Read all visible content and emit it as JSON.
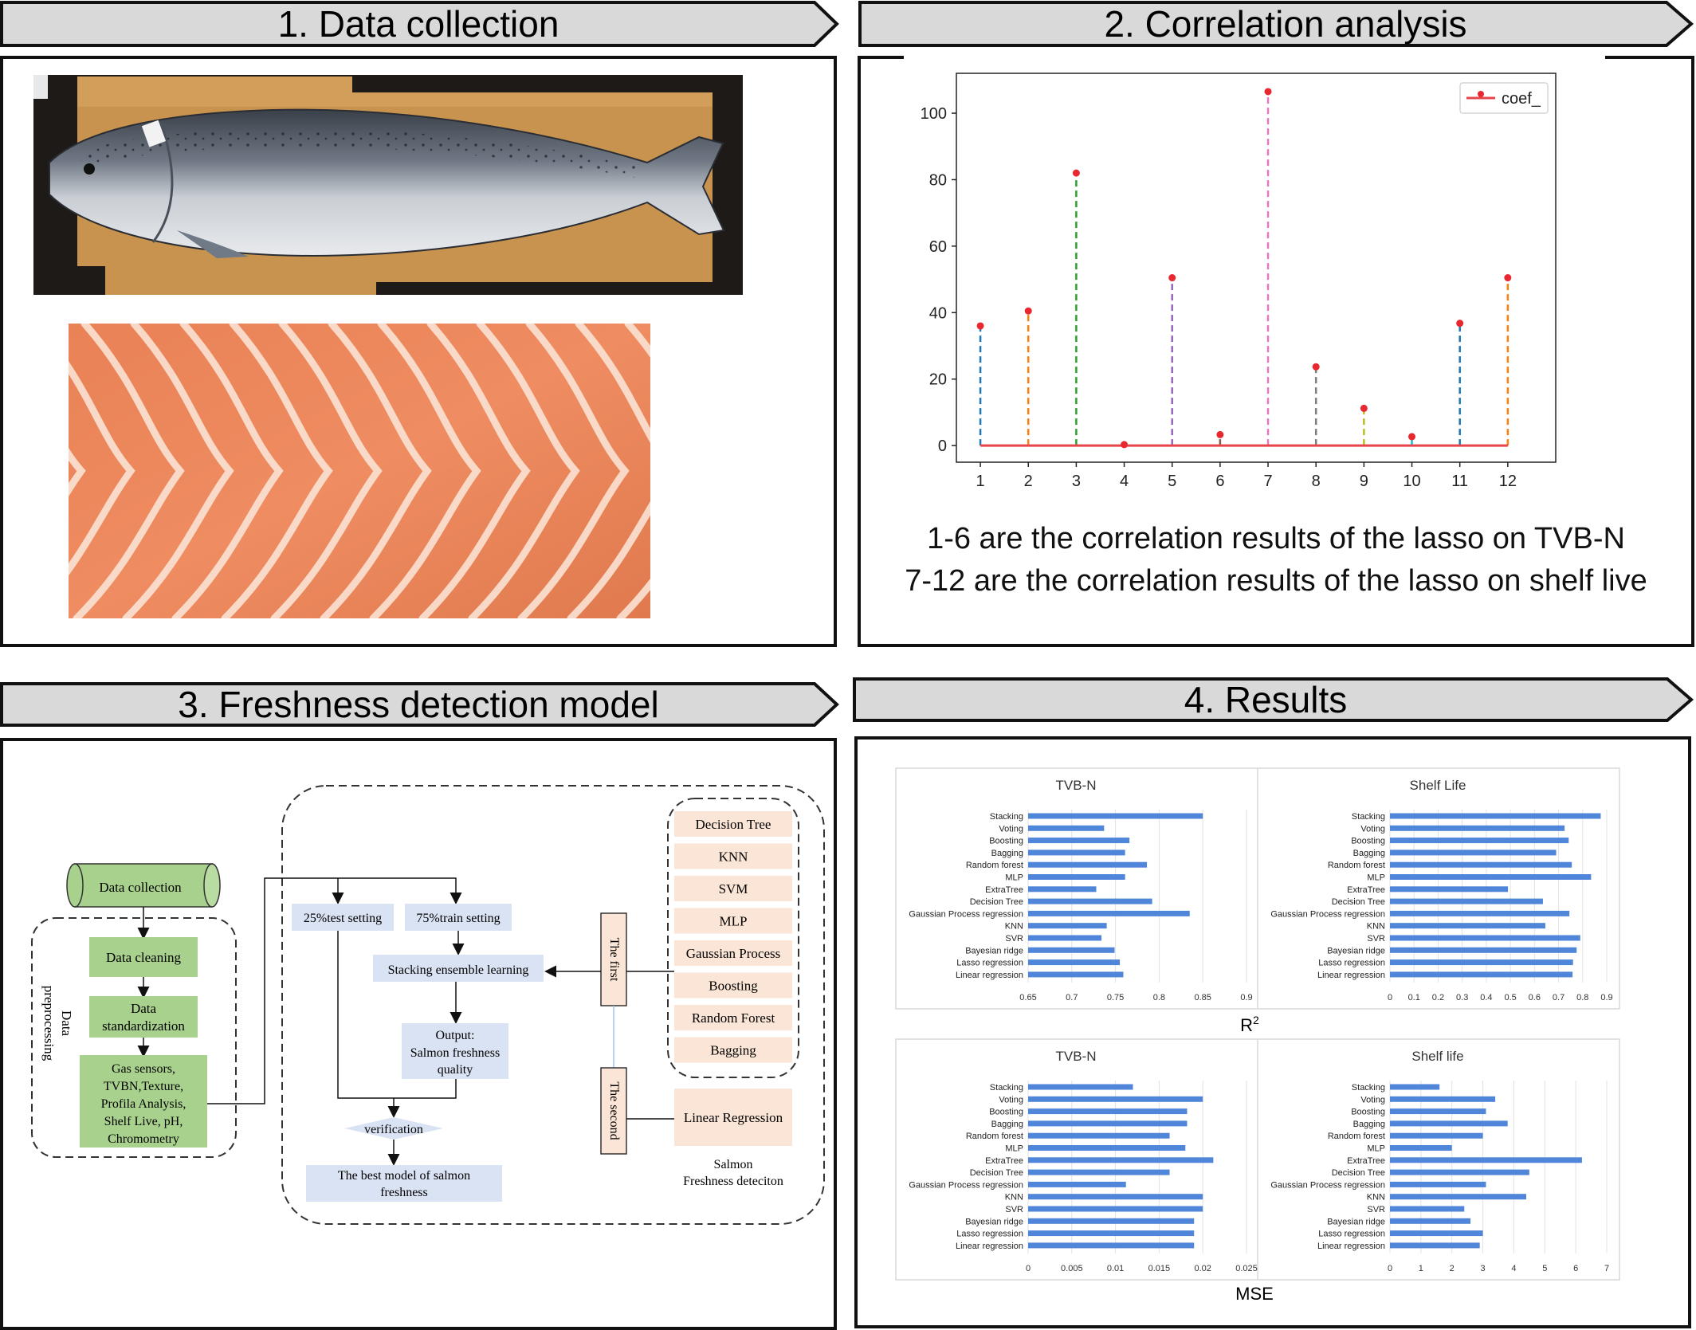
{
  "panels": {
    "p1": {
      "title": "1. Data collection"
    },
    "p2": {
      "title": "2. Correlation analysis"
    },
    "p3": {
      "title": "3. Freshness detection model"
    },
    "p4": {
      "title": "4. Results"
    }
  },
  "correlation": {
    "caption_line1": "1-6 are the correlation results of the lasso on TVB-N",
    "caption_line2": "7-12 are the correlation results of the lasso on shelf live"
  },
  "flow": {
    "data_collection": "Data collection",
    "data_cleaning": "Data cleaning",
    "data_standardization_1": "Data",
    "data_standardization_2": "standardization",
    "measures": [
      "Gas sensors,",
      "TVBN,Texture,",
      "Profila Analysis,",
      "Shelf Live, pH,",
      "Chromometry"
    ],
    "data_preprocessing_1": "Data",
    "data_preprocessing_2": "preprocessing",
    "test_setting": "25%test setting",
    "train_setting": "75%train setting",
    "stacking": "Stacking ensemble learning",
    "output": [
      "Output:",
      "Salmon freshness",
      "quality"
    ],
    "verification": "verification",
    "best_model": [
      "The best model of salmon",
      "freshness"
    ],
    "the_first": "The first",
    "the_second": "The second",
    "base_models": [
      "Decision Tree",
      "KNN",
      "SVM",
      "MLP",
      "Gaussian Process",
      "Boosting",
      "Random Forest",
      "Bagging"
    ],
    "meta_model": "Linear Regression",
    "salmon_detection": [
      "Salmon",
      "Freshness deteciton"
    ]
  },
  "results": {
    "r2_label": "R",
    "r2_sup": "2",
    "mse_label": "MSE"
  },
  "chart_data": [
    {
      "type": "scatter",
      "title": "",
      "x": [
        1,
        2,
        3,
        4,
        5,
        6,
        7,
        8,
        9,
        10,
        11,
        12
      ],
      "y": [
        36,
        40.5,
        82,
        0.3,
        50.5,
        3.3,
        106.5,
        23.7,
        11.2,
        2.7,
        36.8,
        50.5
      ],
      "stem_colors": [
        "#1f77b4",
        "#ff7f0e",
        "#2ca02c",
        "#d62728",
        "#9467bd",
        "#8c564b",
        "#e377c2",
        "#7f7f7f",
        "#bcbd22",
        "#17becf",
        "#1f77b4",
        "#ff7f0e"
      ],
      "legend": "coef_",
      "legend_position": "top-right",
      "xticks": [
        1,
        2,
        3,
        4,
        5,
        6,
        7,
        8,
        9,
        10,
        11,
        12
      ],
      "yticks": [
        0,
        20,
        40,
        60,
        80,
        100
      ],
      "xlim": [
        0.5,
        13
      ],
      "ylim": [
        -5,
        112
      ]
    },
    {
      "type": "bar",
      "title": "TVB-N",
      "orientation": "horizontal",
      "categories": [
        "Stacking",
        "Voting",
        "Boosting",
        "Bagging",
        "Random forest",
        "MLP",
        "ExtraTree",
        "Decision Tree",
        "Gaussian Process regression",
        "KNN",
        "SVR",
        "Bayesian ridge",
        "Lasso regression",
        "Linear regression"
      ],
      "values": [
        0.85,
        0.737,
        0.766,
        0.761,
        0.786,
        0.761,
        0.728,
        0.792,
        0.835,
        0.74,
        0.734,
        0.749,
        0.755,
        0.759
      ],
      "xticks": [
        "0.65",
        "0.7",
        "0.75",
        "0.8",
        "0.85",
        "0.9"
      ],
      "xlim": [
        0.65,
        0.9
      ]
    },
    {
      "type": "bar",
      "title": "Shelf Life",
      "orientation": "horizontal",
      "categories": [
        "Stacking",
        "Voting",
        "Boosting",
        "Bagging",
        "Random forest",
        "MLP",
        "ExtraTree",
        "Decision Tree",
        "Gaussian Process regression",
        "KNN",
        "SVR",
        "Bayesian ridge",
        "Lasso regression",
        "Linear regression"
      ],
      "values": [
        0.875,
        0.725,
        0.742,
        0.69,
        0.755,
        0.835,
        0.49,
        0.635,
        0.745,
        0.645,
        0.79,
        0.775,
        0.76,
        0.758
      ],
      "xticks": [
        "0",
        "0.1",
        "0.2",
        "0.3",
        "0.4",
        "0.5",
        "0.6",
        "0.7",
        "0.8",
        "0.9"
      ],
      "xlim": [
        0,
        0.9
      ]
    },
    {
      "type": "bar",
      "title": "TVB-N",
      "orientation": "horizontal",
      "categories": [
        "Stacking",
        "Voting",
        "Boosting",
        "Bagging",
        "Random forest",
        "MLP",
        "ExtraTree",
        "Decision Tree",
        "Gaussian Process regression",
        "KNN",
        "SVR",
        "Bayesian ridge",
        "Lasso regression",
        "Linear regression"
      ],
      "values": [
        0.012,
        0.02,
        0.0182,
        0.0182,
        0.0162,
        0.018,
        0.0212,
        0.0162,
        0.0112,
        0.02,
        0.02,
        0.019,
        0.019,
        0.019
      ],
      "xticks": [
        "0",
        "0.005",
        "0.01",
        "0.015",
        "0.02",
        "0.025"
      ],
      "xlim": [
        0,
        0.025
      ]
    },
    {
      "type": "bar",
      "title": "Shelf life",
      "orientation": "horizontal",
      "categories": [
        "Stacking",
        "Voting",
        "Boosting",
        "Bagging",
        "Random forest",
        "MLP",
        "ExtraTree",
        "Decision Tree",
        "Gaussian Process regression",
        "KNN",
        "SVR",
        "Bayesian ridge",
        "Lasso regression",
        "Linear regression"
      ],
      "values": [
        1.6,
        3.4,
        3.1,
        3.8,
        3.0,
        2.0,
        6.2,
        4.5,
        3.1,
        4.4,
        2.4,
        2.6,
        3.0,
        2.9
      ],
      "xticks": [
        "0",
        "1",
        "2",
        "3",
        "4",
        "5",
        "6",
        "7"
      ],
      "xlim": [
        0,
        7
      ]
    }
  ]
}
